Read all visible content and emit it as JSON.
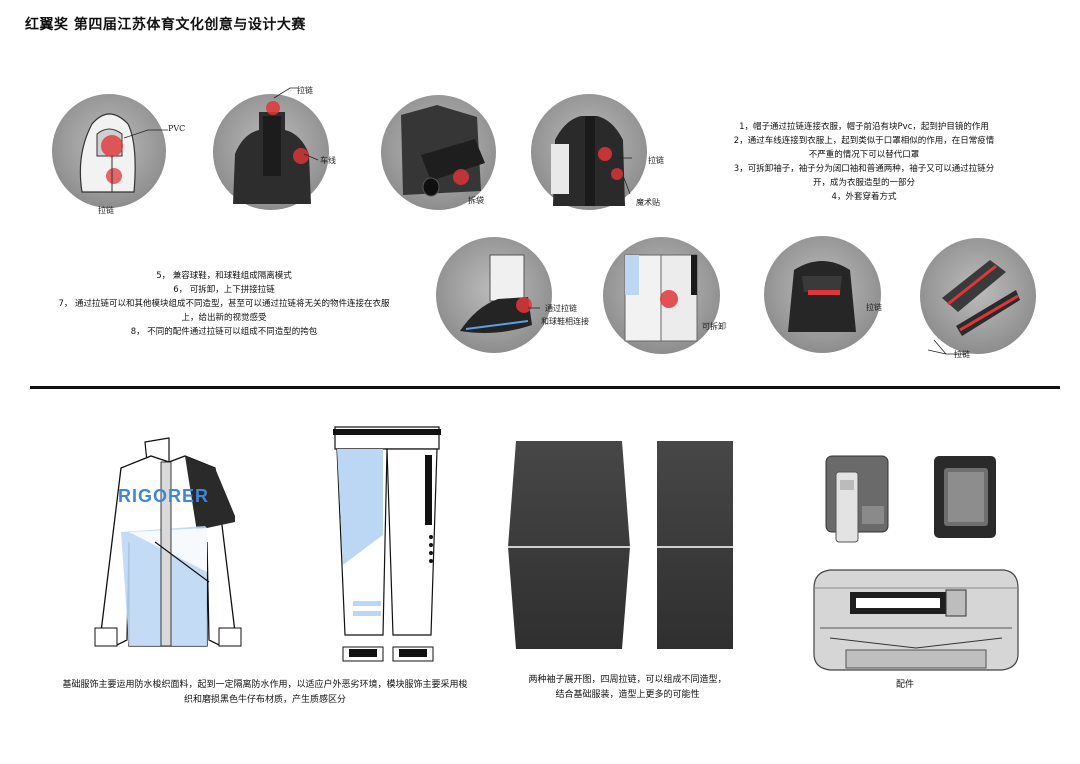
{
  "page": {
    "title": "红翼奖 第四届江苏体育文化创意与设计大赛"
  },
  "callouts": {
    "pvc": "PVC",
    "zipper": "拉链",
    "car_line": "车线",
    "chai_dai": "拆袋",
    "zipper_2": "拉链",
    "mo_shu_tie": "魔术贴",
    "zipper_shoe_top": "通过拉链",
    "zipper_shoe_bottom": "和球鞋相连接",
    "removable_leg": "可拆卸",
    "zipper_3": "拉链",
    "zipper_4": "拉链"
  },
  "notes_right": [
    "1，帽子通过拉链连接衣服，帽子前沿有块Pvc，起到护目镜的作用",
    "2，通过车线连接到衣服上，起到类似于口罩相似的作用，在日常疫情",
    "不严重的情况下可以替代口罩",
    "3，可拆卸袖子，袖子分为阔口袖和普通两种，袖子又可以通过拉链分",
    "开，成为衣服造型的一部分",
    "4，外套穿着方式"
  ],
  "notes_left": [
    "5，    兼容球鞋，和球鞋组成隔离模式",
    "6，    可拆卸，上下拼接拉链",
    "7，    通过拉链可以和其他模块组成不同造型，甚至可以通过拉链将无关的物件连接在衣服",
    "上，给出新的视觉感受",
    "8，    不同的配件通过拉链可以组成不同造型的挎包"
  ],
  "jacket": {
    "brand": "RIGORER"
  },
  "captions": {
    "base_line1": "基础服饰主要运用防水梭织面料，起到一定隔离防水作用，以适应户外恶劣环境，模块服饰主要采用梭",
    "base_line2": "织和磨损黑色牛仔布材质，产生质感区分",
    "sleeve_line1": "两种袖子展开图，四周拉链，可以组成不同造型，",
    "sleeve_line2": "结合基础服装，造型上更多的可能性",
    "accessories": "配件"
  },
  "colors": {
    "accent_blue": "#bcd7f4",
    "brand_blue": "#3f86d8",
    "highlight_red": "#e0363a",
    "panel_dark": "#3f3f3f"
  }
}
